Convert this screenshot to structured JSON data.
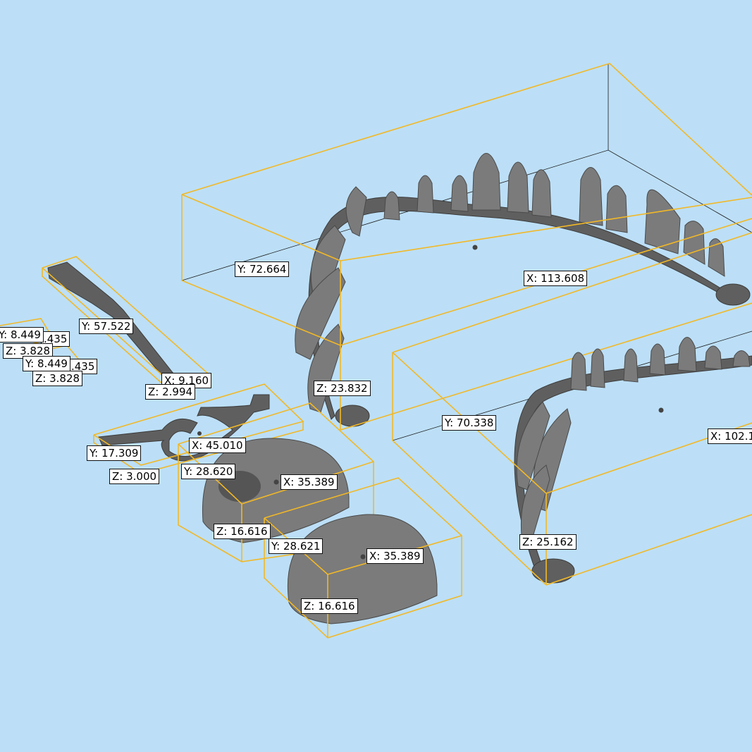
{
  "viewport": {
    "background": "#bcdff7",
    "bbox_color": "#f2b826",
    "part_color": "#7b7b7b"
  },
  "labels": {
    "big_jaw_y": "Y: 72.664",
    "big_jaw_x": "X: 113.608",
    "big_jaw_z": "Z: 23.832",
    "small_jaw_y": "Y: 70.338",
    "small_jaw_x": "X: 102.1",
    "small_jaw_z": "Z: 25.162",
    "bar_y": "Y: 57.522",
    "bar_x": "X: 9.160",
    "bar_z": "Z: 2.994",
    "tiny1_y": "Y: 8.449",
    "tiny1_x": ".435",
    "tiny1_z": "Z: 3.828",
    "tiny2_y": "Y: 8.449",
    "tiny2_x": ".435",
    "tiny2_z": "Z: 3.828",
    "link_y": "Y: 17.309",
    "link_x": "X: 45.010",
    "link_z": "Z: 3.000",
    "dome1_y": "Y: 28.620",
    "dome1_x": "X: 35.389",
    "dome1_z": "Z: 16.616",
    "dome2_y": "Y: 28.621",
    "dome2_x": "X: 35.389",
    "dome2_z": "Z: 16.616"
  }
}
